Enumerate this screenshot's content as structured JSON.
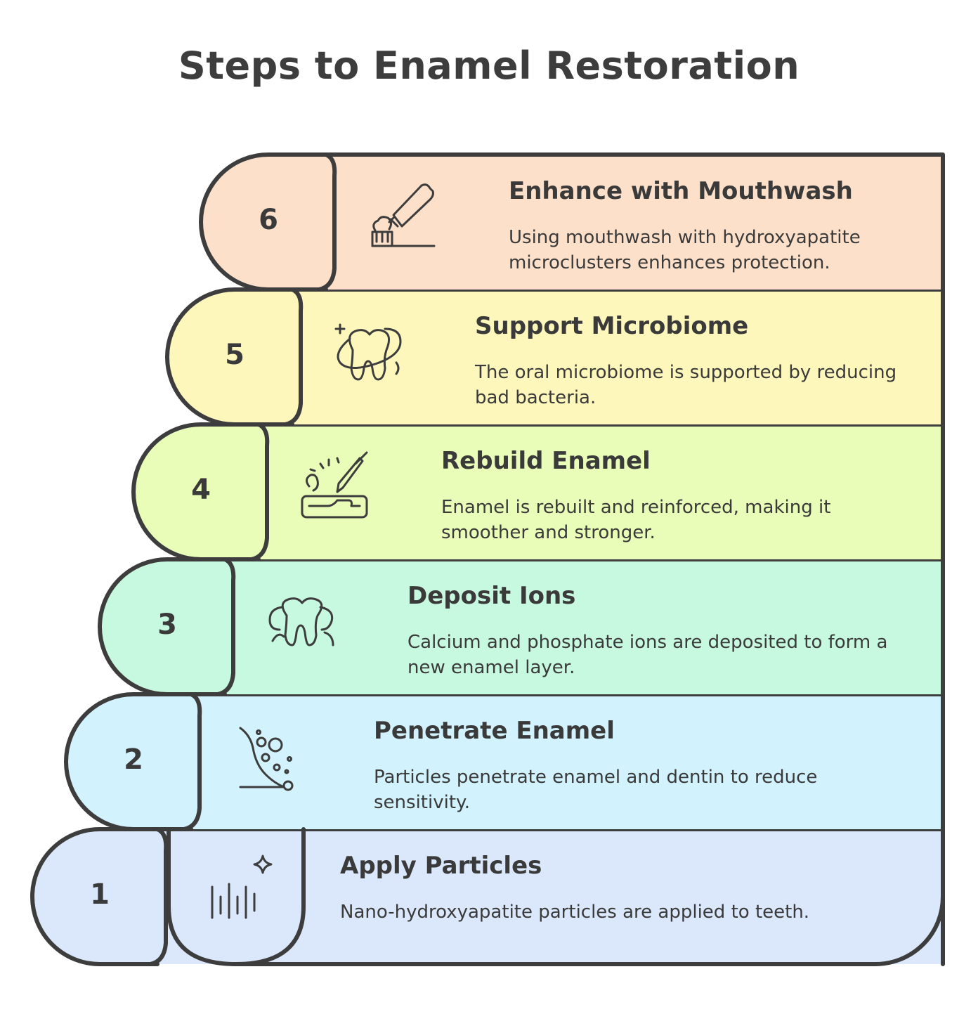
{
  "title": "Steps to Enamel Restoration",
  "steps": [
    {
      "number": "1",
      "title": "Apply Particles",
      "description": "Nano-hydroxyapatite particles are applied to teeth.",
      "color": "#dbe8fc",
      "icon": "sparkle-lines-icon"
    },
    {
      "number": "2",
      "title": "Penetrate Enamel",
      "description": "Particles penetrate enamel and dentin to reduce sensitivity.",
      "color": "#d2f2fd",
      "icon": "particles-slope-icon"
    },
    {
      "number": "3",
      "title": "Deposit Ions",
      "description": "Calcium and phosphate ions are deposited to form a new enamel layer.",
      "color": "#c7f8e0",
      "icon": "tooth-ions-icon"
    },
    {
      "number": "4",
      "title": "Rebuild Enamel",
      "description": "Enamel is rebuilt and reinforced, making it smoother and stronger.",
      "color": "#e9fcb8",
      "icon": "repair-tool-icon"
    },
    {
      "number": "5",
      "title": "Support Microbiome",
      "description": "The oral microbiome is supported by reducing bad bacteria.",
      "color": "#fdf7bb",
      "icon": "tooth-orbit-icon"
    },
    {
      "number": "6",
      "title": "Enhance with Mouthwash",
      "description": "Using mouthwash with hydroxyapatite microclusters enhances protection.",
      "color": "#fde0c9",
      "icon": "toothpaste-brush-icon"
    }
  ]
}
